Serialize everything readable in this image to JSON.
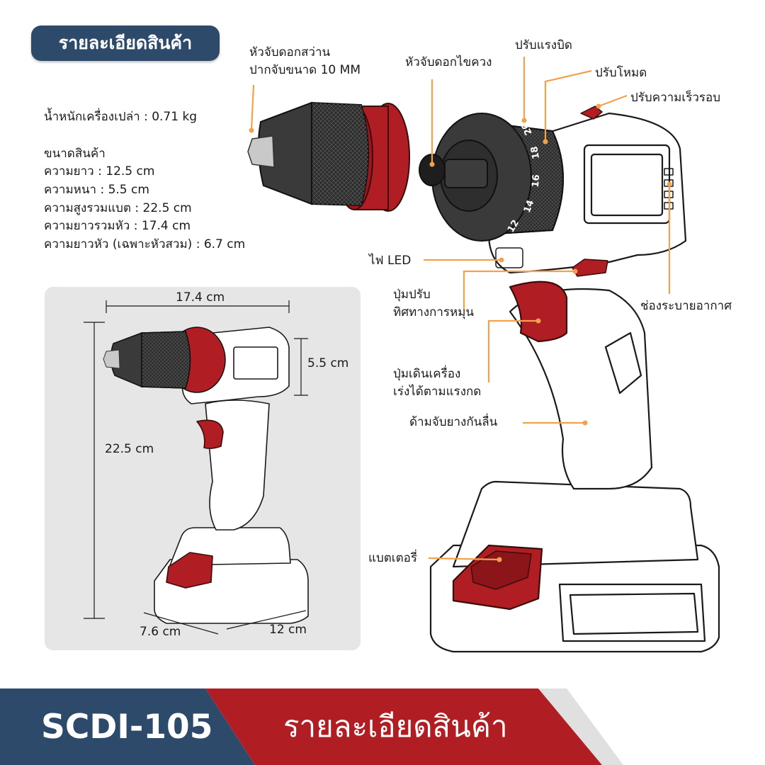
{
  "header": {
    "title": "รายละเอียดสินค้า"
  },
  "specs": {
    "weight": "น้ำหนักเครื่องเปล่า  : 0.71 kg",
    "size_heading": "ขนาดสินค้า",
    "length": "ความยาว : 12.5 cm",
    "thickness": "ความหนา : 5.5 cm",
    "height_with_battery": "ความสูงรวมแบต :  22.5 cm",
    "length_with_head": "ความยาวรวมหัว :  17.4 cm",
    "head_length": "ความยาวหัว  (เฉพาะหัวสวม) : 6.7 cm"
  },
  "callouts": {
    "drill_chuck_line1": "หัวจับดอกสว่าน",
    "drill_chuck_line2": "ปากจับขนาด 10 MM",
    "screwdriver_chuck": "หัวจับดอกไขควง",
    "torque_adjust": "ปรับแรงบิด",
    "mode_adjust": "ปรับโหมด",
    "speed_adjust": "ปรับความเร็วรอบ",
    "led_light": "ไฟ LED",
    "direction_line1": "ปุ่มปรับ",
    "direction_line2": "ทิศทางการหมุน",
    "vents": "ช่องระบายอากาศ",
    "trigger_line1": "ปุ่มเดินเครื่อง",
    "trigger_line2": "เร่งได้ตามแรงกด",
    "grip": "ด้ามจับยางกันลื่น",
    "battery": "แบตเตอรี่"
  },
  "torque_numbers": [
    "12",
    "14",
    "16",
    "18",
    "20"
  ],
  "dimensions": {
    "overall_length": "17.4 cm",
    "head_thickness": "5.5 cm",
    "overall_height": "22.5 cm",
    "battery_width": "7.6 cm",
    "battery_length": "12 cm"
  },
  "footer": {
    "model": "SCDI-105",
    "title": "รายละเอียดสินค้า"
  },
  "colors": {
    "navy": "#2d4a6b",
    "red": "#b01e24",
    "orange": "#f3a24b",
    "panel": "#e6e6e6"
  }
}
